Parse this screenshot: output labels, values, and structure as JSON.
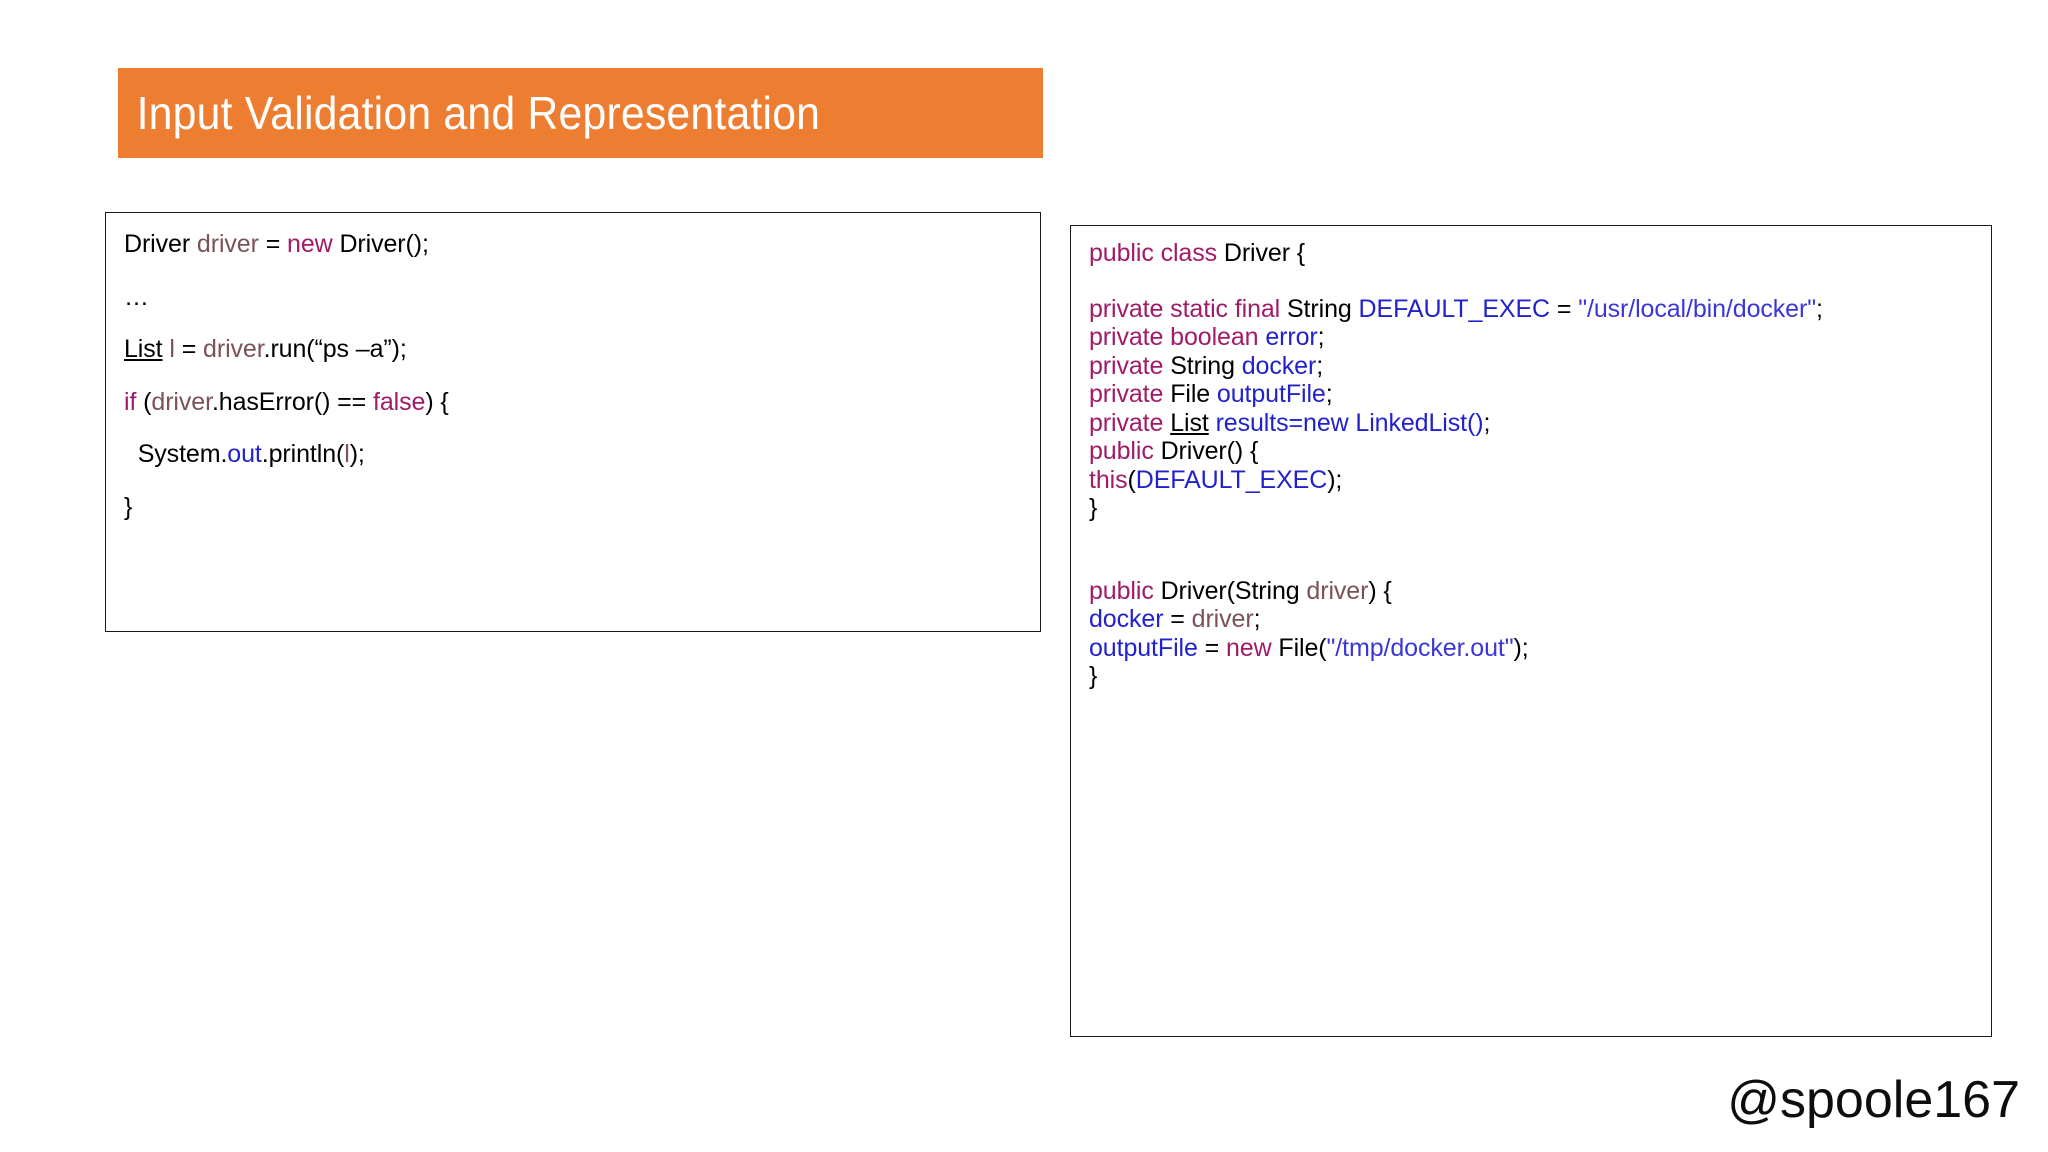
{
  "slide": {
    "background_color": "#ffffff",
    "title": {
      "text": "Input Validation and Representation",
      "banner_color": "#ed7d31",
      "text_color": "#ffffff"
    },
    "handle": "@spoole167"
  },
  "palette": {
    "keyword": "#a01b68",
    "variable": "#7b5257",
    "field": "#2222cc",
    "string": "#3b36d6",
    "plain": "#000000",
    "accent": "#ed7d31"
  },
  "left_code_panel": {
    "name": "usage-snippet",
    "lines": [
      {
        "tokens": [
          {
            "t": "Driver ",
            "c": "plain"
          },
          {
            "t": "driver",
            "c": "var"
          },
          {
            "t": " = ",
            "c": "plain"
          },
          {
            "t": "new",
            "c": "keyword"
          },
          {
            "t": " Driver();",
            "c": "plain"
          }
        ]
      },
      {
        "tokens": [
          {
            "t": "…",
            "c": "plain"
          }
        ]
      },
      {
        "tokens": [
          {
            "t": "List",
            "c": "under"
          },
          {
            "t": " ",
            "c": "plain"
          },
          {
            "t": "l",
            "c": "var"
          },
          {
            "t": " = ",
            "c": "plain"
          },
          {
            "t": "driver",
            "c": "var"
          },
          {
            "t": ".run(“ps –a”);",
            "c": "plain"
          }
        ]
      },
      {
        "tokens": [
          {
            "t": "if",
            "c": "keyword"
          },
          {
            "t": " (",
            "c": "plain"
          },
          {
            "t": "driver",
            "c": "var"
          },
          {
            "t": ".hasError() == ",
            "c": "plain"
          },
          {
            "t": "false",
            "c": "keyword"
          },
          {
            "t": ") {",
            "c": "plain"
          }
        ]
      },
      {
        "tokens": [
          {
            "t": "  System.",
            "c": "plain"
          },
          {
            "t": "out",
            "c": "field"
          },
          {
            "t": ".println(",
            "c": "plain"
          },
          {
            "t": "l",
            "c": "var"
          },
          {
            "t": ");",
            "c": "plain"
          }
        ]
      },
      {
        "tokens": [
          {
            "t": "}",
            "c": "plain"
          }
        ]
      }
    ]
  },
  "right_code_panel": {
    "name": "driver-class-source",
    "lines": [
      {
        "gap": true,
        "tokens": [
          {
            "t": "public class",
            "c": "keyword"
          },
          {
            "t": " Driver {",
            "c": "plain"
          }
        ]
      },
      {
        "blank": true,
        "tokens": []
      },
      {
        "tokens": [
          {
            "t": "private static final",
            "c": "keyword"
          },
          {
            "t": " String ",
            "c": "plain"
          },
          {
            "t": "DEFAULT_EXEC",
            "c": "field"
          },
          {
            "t": " = ",
            "c": "plain"
          },
          {
            "t": "\"/usr/local/bin/docker\"",
            "c": "string"
          },
          {
            "t": ";",
            "c": "plain"
          }
        ]
      },
      {
        "gap": true,
        "tokens": [
          {
            "t": "private boolean",
            "c": "keyword"
          },
          {
            "t": " ",
            "c": "plain"
          },
          {
            "t": "error",
            "c": "field"
          },
          {
            "t": ";",
            "c": "plain"
          }
        ]
      },
      {
        "gap": true,
        "tokens": [
          {
            "t": "private",
            "c": "keyword"
          },
          {
            "t": " String ",
            "c": "plain"
          },
          {
            "t": "docker",
            "c": "field"
          },
          {
            "t": ";",
            "c": "plain"
          }
        ]
      },
      {
        "gap": true,
        "tokens": [
          {
            "t": "private",
            "c": "keyword"
          },
          {
            "t": " File ",
            "c": "plain"
          },
          {
            "t": "outputFile",
            "c": "field"
          },
          {
            "t": ";",
            "c": "plain"
          }
        ]
      },
      {
        "gap": true,
        "tokens": [
          {
            "t": "private",
            "c": "keyword"
          },
          {
            "t": " ",
            "c": "plain"
          },
          {
            "t": "List",
            "c": "under"
          },
          {
            "t": " ",
            "c": "plain"
          },
          {
            "t": "results=new LinkedList()",
            "c": "field"
          },
          {
            "t": ";",
            "c": "plain"
          }
        ]
      },
      {
        "tokens": [
          {
            "t": "public",
            "c": "keyword"
          },
          {
            "t": " Driver() {",
            "c": "plain"
          }
        ]
      },
      {
        "tokens": [
          {
            "t": "this",
            "c": "keyword"
          },
          {
            "t": "(",
            "c": "plain"
          },
          {
            "t": "DEFAULT_EXEC",
            "c": "field"
          },
          {
            "t": ");",
            "c": "plain"
          }
        ]
      },
      {
        "tokens": [
          {
            "t": "}",
            "c": "plain"
          }
        ]
      },
      {
        "blank": true,
        "tokens": []
      },
      {
        "blank": true,
        "tokens": []
      },
      {
        "tokens": [
          {
            "t": "public",
            "c": "keyword"
          },
          {
            "t": " Driver(String ",
            "c": "plain"
          },
          {
            "t": "driver",
            "c": "var"
          },
          {
            "t": ") {",
            "c": "plain"
          }
        ]
      },
      {
        "tokens": [
          {
            "t": "docker",
            "c": "field"
          },
          {
            "t": " = ",
            "c": "plain"
          },
          {
            "t": "driver",
            "c": "var"
          },
          {
            "t": ";",
            "c": "plain"
          }
        ]
      },
      {
        "tokens": [
          {
            "t": "outputFile",
            "c": "field"
          },
          {
            "t": " = ",
            "c": "plain"
          },
          {
            "t": "new",
            "c": "keyword"
          },
          {
            "t": " File(",
            "c": "plain"
          },
          {
            "t": "\"/tmp/docker.out\"",
            "c": "string"
          },
          {
            "t": ");",
            "c": "plain"
          }
        ]
      },
      {
        "tokens": [
          {
            "t": "}",
            "c": "plain"
          }
        ]
      }
    ]
  }
}
